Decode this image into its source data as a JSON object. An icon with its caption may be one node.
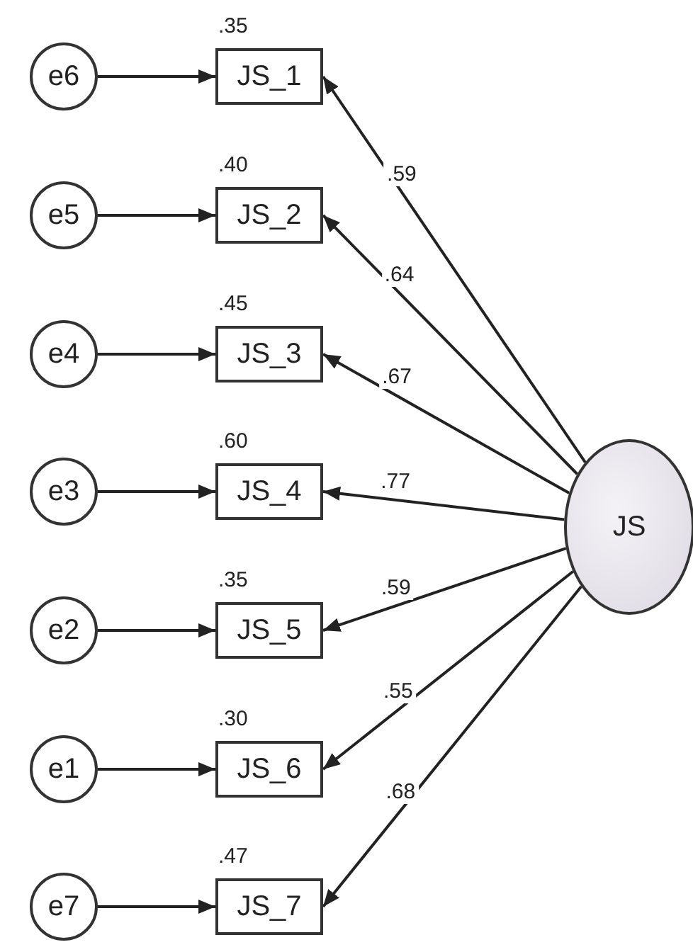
{
  "diagram": {
    "nodes": [
      {
        "text": [
          "e6"
        ]
      },
      {
        "text": [
          "e5"
        ]
      },
      {
        "text": [
          "e4"
        ]
      },
      {
        "text": [
          "e3"
        ]
      },
      {
        "text": [
          "e2"
        ]
      },
      {
        "text": [
          "e1"
        ]
      },
      {
        "text": [
          "e7"
        ]
      },
      {
        "text": [
          "JS_1"
        ],
        "beside": [
          ".35"
        ]
      },
      {
        "text": [
          "JS_2"
        ],
        "beside": [
          ".40"
        ]
      },
      {
        "text": [
          "JS_3"
        ],
        "beside": [
          ".45"
        ]
      },
      {
        "text": [
          "JS_4"
        ],
        "beside": [
          ".60"
        ]
      },
      {
        "text": [
          "JS_5"
        ],
        "beside": [
          ".35"
        ]
      },
      {
        "text": [
          "JS_6"
        ],
        "beside": [
          ".30"
        ]
      },
      {
        "text": [
          "JS_7"
        ],
        "beside": [
          ".47"
        ]
      },
      {
        "text": [
          "JS"
        ]
      }
    ],
    "edges": [
      {
        "from": 0,
        "to": 7,
        "arrow": "to"
      },
      {
        "from": 1,
        "to": 8,
        "arrow": "to"
      },
      {
        "from": 2,
        "to": 9,
        "arrow": "to"
      },
      {
        "from": 3,
        "to": 10,
        "arrow": "to"
      },
      {
        "from": 4,
        "to": 11,
        "arrow": "to"
      },
      {
        "from": 5,
        "to": 12,
        "arrow": "to"
      },
      {
        "from": 6,
        "to": 13,
        "arrow": "to"
      },
      {
        "from": 14,
        "to": 7,
        "arrow": "to",
        "label": ".59"
      },
      {
        "from": 14,
        "to": 8,
        "arrow": "to",
        "label": ".64"
      },
      {
        "from": 14,
        "to": 9,
        "arrow": "to",
        "label": ".67"
      },
      {
        "from": 14,
        "to": 10,
        "arrow": "to",
        "label": ".77"
      },
      {
        "from": 14,
        "to": 11,
        "arrow": "to",
        "label": ".59"
      },
      {
        "from": 14,
        "to": 12,
        "arrow": "to",
        "label": ".55"
      },
      {
        "from": 14,
        "to": 13,
        "arrow": "to",
        "label": ".68"
      }
    ]
  }
}
